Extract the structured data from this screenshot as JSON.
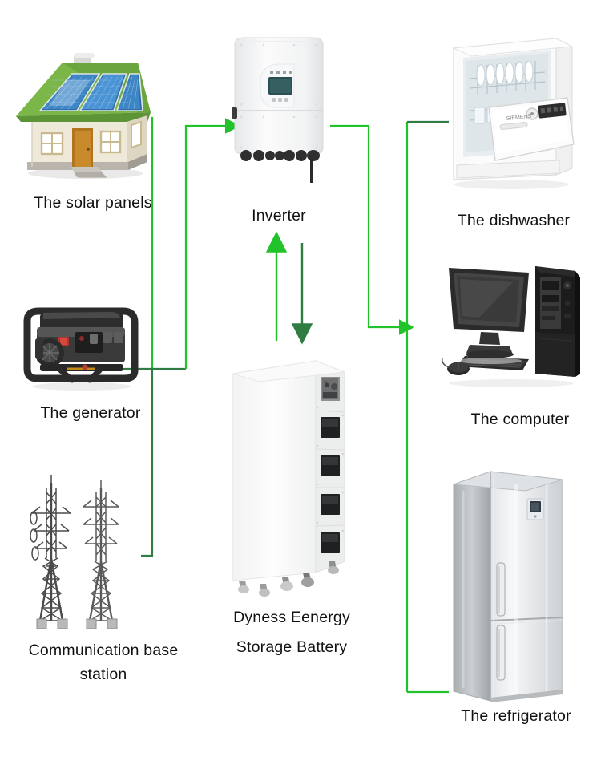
{
  "diagram": {
    "title": "Dyness Energy Storage System Diagram",
    "accent_bright": "#22c32a",
    "accent_dark": "#2f7d43",
    "background": "#ffffff"
  },
  "nodes": {
    "solar": {
      "label": "The solar panels",
      "icon": "house-with-solar-panels-icon"
    },
    "generator": {
      "label": "The generator",
      "icon": "generator-icon"
    },
    "tower": {
      "label": "Communication base\nstation",
      "icon": "transmission-tower-icon"
    },
    "inverter": {
      "label": "Inverter",
      "icon": "inverter-icon"
    },
    "battery": {
      "label": "Dyness Eenergy\nStorage Battery",
      "icon": "battery-cabinet-icon"
    },
    "dishwasher": {
      "label": "The dishwasher",
      "icon": "dishwasher-icon"
    },
    "computer": {
      "label": "The computer",
      "icon": "desktop-computer-icon"
    },
    "refrigerator": {
      "label": "The refrigerator",
      "icon": "refrigerator-icon"
    }
  },
  "flows": [
    {
      "name": "solar-to-inverter",
      "from": "solar",
      "to": "inverter",
      "direction": "forward"
    },
    {
      "name": "generator-to-inverter",
      "from": "generator",
      "to": "inverter",
      "direction": "forward"
    },
    {
      "name": "grid-to-inverter",
      "from": "tower",
      "to": "inverter",
      "direction": "forward"
    },
    {
      "name": "battery-to-inverter",
      "from": "battery",
      "to": "inverter",
      "direction": "up"
    },
    {
      "name": "inverter-to-battery",
      "from": "inverter",
      "to": "battery",
      "direction": "down"
    },
    {
      "name": "inverter-to-loads",
      "from": "inverter",
      "to": "loads",
      "direction": "forward"
    },
    {
      "name": "loads-to-dishwasher",
      "from": "loads",
      "to": "dishwasher",
      "direction": "forward"
    },
    {
      "name": "loads-to-computer",
      "from": "loads",
      "to": "computer",
      "direction": "forward"
    },
    {
      "name": "loads-to-refrigerator",
      "from": "loads",
      "to": "refrigerator",
      "direction": "forward"
    }
  ]
}
